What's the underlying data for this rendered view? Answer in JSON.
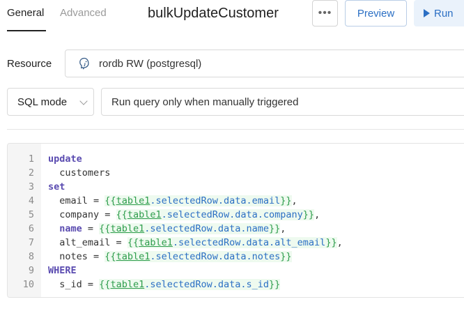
{
  "tabs": {
    "general": "General",
    "advanced": "Advanced"
  },
  "query": {
    "title": "bulkUpdateCustomer"
  },
  "toolbar": {
    "more": "•••",
    "preview": "Preview",
    "run": "Run"
  },
  "resource": {
    "label": "Resource",
    "value": "rordb RW (postgresql)"
  },
  "mode": {
    "value": "SQL mode"
  },
  "trigger": {
    "value": "Run query only when manually triggered"
  },
  "editor": {
    "lines": [
      {
        "n": "1",
        "indent": "",
        "kw": "update",
        "plain": "",
        "obj": "",
        "path": "",
        "tail": ""
      },
      {
        "n": "2",
        "indent": "  ",
        "kw": "",
        "plain": "customers",
        "obj": "",
        "path": "",
        "tail": ""
      },
      {
        "n": "3",
        "indent": "",
        "kw": "set",
        "plain": "",
        "obj": "",
        "path": "",
        "tail": ""
      },
      {
        "n": "4",
        "indent": "  ",
        "kw": "",
        "plain": "email = ",
        "obj": "table1",
        "path": ".selectedRow.data.email",
        "tail": ","
      },
      {
        "n": "5",
        "indent": "  ",
        "kw": "",
        "plain": "company = ",
        "obj": "table1",
        "path": ".selectedRow.data.company",
        "tail": ","
      },
      {
        "n": "6",
        "indent": "  ",
        "kw": "name",
        "plain": " = ",
        "obj": "table1",
        "path": ".selectedRow.data.name",
        "tail": ","
      },
      {
        "n": "7",
        "indent": "  ",
        "kw": "",
        "plain": "alt_email = ",
        "obj": "table1",
        "path": ".selectedRow.data.alt_email",
        "tail": ","
      },
      {
        "n": "8",
        "indent": "  ",
        "kw": "",
        "plain": "notes = ",
        "obj": "table1",
        "path": ".selectedRow.data.notes",
        "tail": ""
      },
      {
        "n": "9",
        "indent": "",
        "kw": "WHERE",
        "plain": "",
        "obj": "",
        "path": "",
        "tail": ""
      },
      {
        "n": "10",
        "indent": "  ",
        "kw": "",
        "plain": "s_id = ",
        "obj": "table1",
        "path": ".selectedRow.data.s_id",
        "tail": ""
      }
    ]
  },
  "colors": {
    "accent": "#2b6fc4",
    "keyword": "#5a4bb0",
    "template": "#2e9d4c"
  },
  "icons": {
    "resource": "postgresql-elephant-icon",
    "run": "play-icon",
    "more": "more-dots-icon",
    "dropdown": "chevron-down-icon"
  }
}
